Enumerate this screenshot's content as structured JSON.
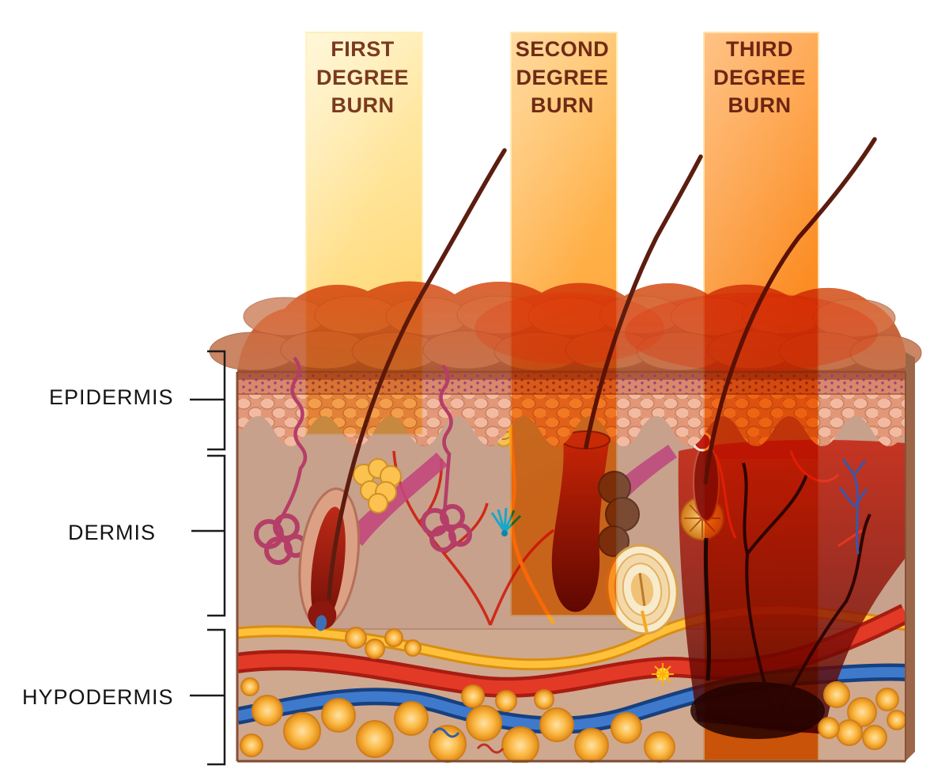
{
  "figure": {
    "subject": "Skin cross-section anatomy showing depth of first, second and third degree burns"
  },
  "bands": [
    {
      "id": "first",
      "lines": [
        "FIRST",
        "DEGREE",
        "BURN"
      ],
      "color_light": "#FFF2C2",
      "color": "#FFD875",
      "text_color": "#7A3A20"
    },
    {
      "id": "second",
      "lines": [
        "SECOND",
        "DEGREE",
        "BURN"
      ],
      "color_light": "#FFC466",
      "color": "#FF9E2E",
      "text_color": "#702B15"
    },
    {
      "id": "third",
      "lines": [
        "THIRD",
        "DEGREE",
        "BURN"
      ],
      "color_light": "#FF9D3A",
      "color": "#F87E10",
      "text_color": "#6E2512"
    }
  ],
  "layers": [
    {
      "label": "EPIDERMIS"
    },
    {
      "label": "DERMIS"
    },
    {
      "label": "HYPODERMIS"
    }
  ],
  "illustration_elements": [
    "hair",
    "hair-follicle",
    "sweat-gland",
    "sebaceous-gland",
    "arrector-pili-muscle",
    "nerve-fiber",
    "blood-vessels",
    "artery",
    "vein",
    "fat-cells",
    "pacinian-corpuscle",
    "burn-damage-zone"
  ],
  "palette": {
    "epidermis_skin": "#E29878",
    "dermis_skin": "#C7A18C",
    "hypodermis_skin": "#CFA890",
    "surface_burnt": "#C9734A",
    "artery_red": "#E23A26",
    "vein_blue": "#3F79CC",
    "nerve_yellow": "#FFC13A",
    "fat_orange": "#F9B544",
    "deep_burn_red": "#8A0F05",
    "hair_brown": "#5C1D10",
    "gland_magenta": "#B53E68"
  }
}
